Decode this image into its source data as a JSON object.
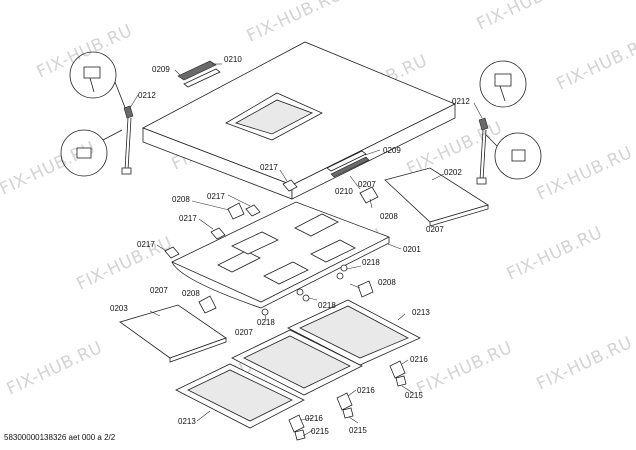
{
  "watermark": "FIX-HUB.RU",
  "footer_text": "58300000138326 aet 000 a 2/2",
  "part_labels": {
    "p0209a": "0209",
    "p0210a": "0210",
    "p0212a": "0212",
    "p0212b": "0212",
    "p0217a": "0217",
    "p0217b": "0217",
    "p0217c": "0217",
    "p0217d": "0217",
    "p0208a": "0208",
    "p0208b": "0208",
    "p0208c": "0208",
    "p0208d": "0208",
    "p0209b": "0209",
    "p0210b": "0210",
    "p0207a": "0207",
    "p0207b": "0207",
    "p0207c": "0207",
    "p0207d": "0207",
    "p0202": "0202",
    "p0201": "0201",
    "p0218a": "0218",
    "p0218b": "0218",
    "p0218c": "0218",
    "p0203": "0203",
    "p0213a": "0213",
    "p0213b": "0213",
    "p0216a": "0216",
    "p0216b": "0216",
    "p0216c": "0216",
    "p0215a": "0215",
    "p0215b": "0215",
    "p0215c": "0215"
  }
}
